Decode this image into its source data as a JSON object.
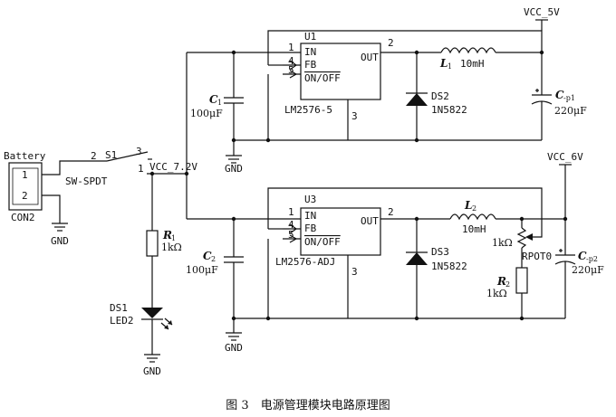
{
  "battery": {
    "title": "Battery",
    "pin1": "1",
    "pin2": "2",
    "ref": "CON2"
  },
  "gnd_label": "GND",
  "switch": {
    "ref": "S1",
    "type": "SW-SPDT",
    "pin1": "1",
    "pin2": "2",
    "pin3": "3",
    "net": "VCC_7.2V"
  },
  "r1": {
    "ref": "R",
    "sub": "1",
    "value": "1kΩ"
  },
  "ds1": {
    "ref": "DS1",
    "type": "LED2"
  },
  "u1": {
    "ref": "U1",
    "part": "LM2576-5",
    "pin_in": "IN",
    "pin_fb": "FB",
    "pin_onoff": "ON/OFF",
    "pin_out": "OUT",
    "n1": "1",
    "n2": "2",
    "n3": "3",
    "n4": "4",
    "n5": "5"
  },
  "u3": {
    "ref": "U3",
    "part": "LM2576-ADJ",
    "pin_in": "IN",
    "pin_fb": "FB",
    "pin_onoff": "ON/OFF",
    "pin_out": "OUT",
    "n1": "1",
    "n2": "2",
    "n3": "3",
    "n4": "4",
    "n5": "5"
  },
  "c1": {
    "ref": "C",
    "sub": "1",
    "value": "100μF"
  },
  "c2": {
    "ref": "C",
    "sub": "2",
    "value": "100μF"
  },
  "l1": {
    "ref": "L",
    "sub": "1",
    "value": "10mH"
  },
  "l2": {
    "ref": "L",
    "sub": "2",
    "value": "10mH"
  },
  "ds2": {
    "ref": "DS2",
    "part": "1N5822"
  },
  "ds3": {
    "ref": "DS3",
    "part": "1N5822"
  },
  "cp1": {
    "ref": "C",
    "sub": "-p1",
    "value": "220μF"
  },
  "cp2": {
    "ref": "C",
    "sub": "-p2",
    "value": "220μF"
  },
  "vcc5": "VCC_5V",
  "vcc6": "VCC_6V",
  "rpot": {
    "ref": "RPOT0",
    "value": "1kΩ"
  },
  "r2": {
    "ref": "R",
    "sub": "2",
    "value": "1kΩ"
  },
  "caption": "图 3　电源管理模块电路原理图"
}
